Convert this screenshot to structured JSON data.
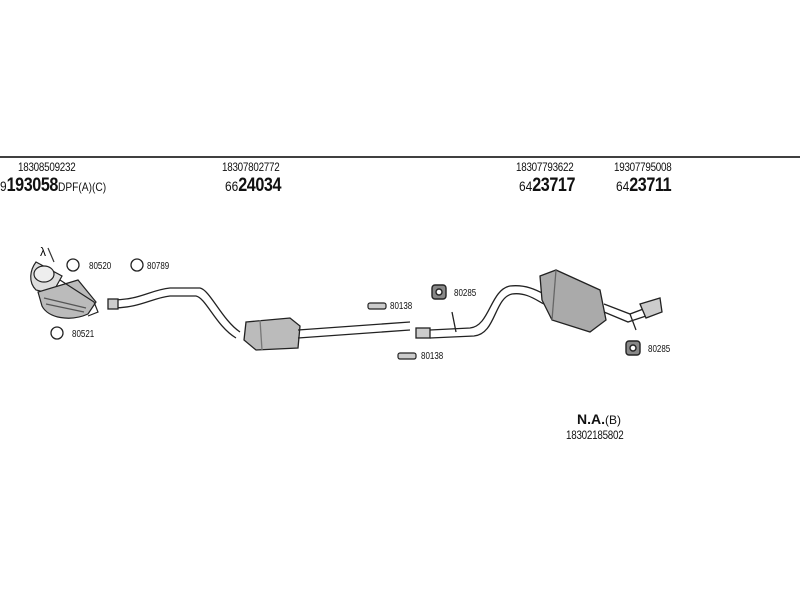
{
  "header": {
    "columns": [
      {
        "oe": "18308509232",
        "prefix": "9",
        "number": "193058",
        "suffix": "DPF(A)(C)"
      },
      {
        "oe": "18307802772",
        "prefix": "66",
        "number": "24034",
        "suffix": ""
      },
      {
        "oe": "18307793622",
        "prefix": "64",
        "number": "23717",
        "suffix": ""
      },
      {
        "oe": "19307795008",
        "prefix": "64",
        "number": "23711",
        "suffix": ""
      }
    ]
  },
  "hardware": {
    "h80520": "80520",
    "h80789": "80789",
    "h80521": "80521",
    "h80138a": "80138",
    "h80138b": "80138",
    "h80285a": "80285",
    "h80285b": "80285"
  },
  "sensor_symbol": "λ",
  "na_part": {
    "label": "N.A.",
    "variant": "(B)",
    "oe": "18302185802"
  }
}
